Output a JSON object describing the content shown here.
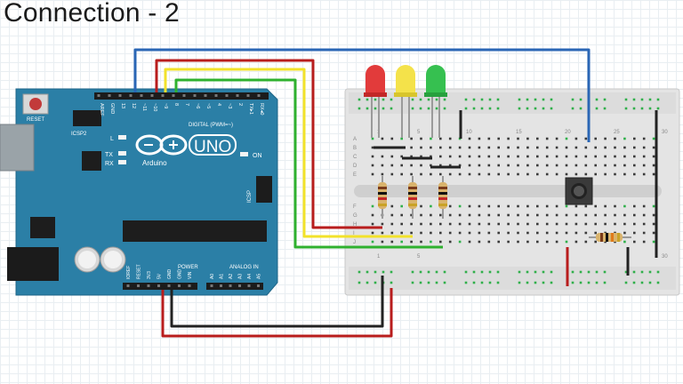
{
  "title": "Connection - 2",
  "board": {
    "name": "UNO",
    "brand": "Arduino",
    "reset_label": "RESET",
    "icsp2_label": "ICSP2",
    "icsp_label": "ICSP",
    "l_label": "L",
    "tx_label": "TX",
    "rx_label": "RX",
    "on_label": "ON",
    "digital_label": "DIGITAL (PWM=~)",
    "power_label": "POWER",
    "analog_label": "ANALOG IN",
    "top_pins": [
      "AREF",
      "GND",
      "13",
      "12",
      "~11",
      "~10",
      "~9",
      "8",
      "7",
      "~6",
      "~5",
      "4",
      "~3",
      "2",
      "TX▸1",
      "RX◂0"
    ],
    "power_pins": [
      "IOREF",
      "RESET",
      "3V3",
      "5V",
      "GND",
      "GND",
      "VIN"
    ],
    "analog_pins": [
      "A0",
      "A1",
      "A2",
      "A3",
      "A4",
      "A5"
    ]
  },
  "breadboard": {
    "row_letters": [
      "A",
      "B",
      "C",
      "D",
      "E",
      "F",
      "G",
      "H",
      "I",
      "J"
    ],
    "col_numbers": [
      "1",
      "5",
      "10",
      "15",
      "20",
      "25",
      "30"
    ]
  },
  "leds": [
    "red",
    "yellow",
    "green"
  ],
  "colors": {
    "board": "#2b7fa6",
    "wire_blue": "#2a66b5",
    "wire_red": "#b81d1d",
    "wire_yellow": "#f2e22a",
    "wire_green": "#2fb12f",
    "wire_black": "#222222"
  }
}
